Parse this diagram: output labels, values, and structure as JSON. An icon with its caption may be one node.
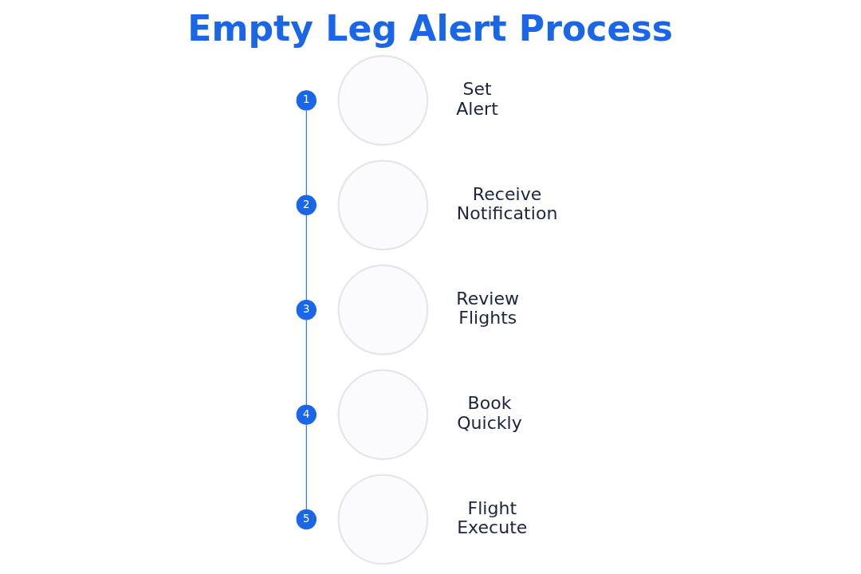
{
  "diagram": {
    "title": "Empty Leg Alert Process",
    "nodes": [
      {
        "text": [
          "1"
        ]
      },
      {
        "text": [],
        "shape": "circle",
        "beside": [
          "Set Alert"
        ]
      },
      {
        "text": [
          "2"
        ]
      },
      {
        "text": [],
        "shape": "circle",
        "beside": [
          "Receive Notification"
        ]
      },
      {
        "text": [
          "3"
        ]
      },
      {
        "text": [],
        "shape": "circle",
        "beside": [
          "Review Flights"
        ]
      },
      {
        "text": [
          "4"
        ]
      },
      {
        "text": [],
        "shape": "circle",
        "beside": [
          "Book Quickly"
        ]
      },
      {
        "text": [
          "5"
        ]
      },
      {
        "text": [],
        "shape": "circle",
        "beside": [
          "Flight Execute"
        ]
      }
    ],
    "edges": [
      {
        "from": 0,
        "to": 2,
        "arrow": "none"
      },
      {
        "from": 2,
        "to": 4,
        "arrow": "none"
      },
      {
        "from": 4,
        "to": 6,
        "arrow": "none"
      },
      {
        "from": 6,
        "to": 8,
        "arrow": "none"
      }
    ]
  }
}
